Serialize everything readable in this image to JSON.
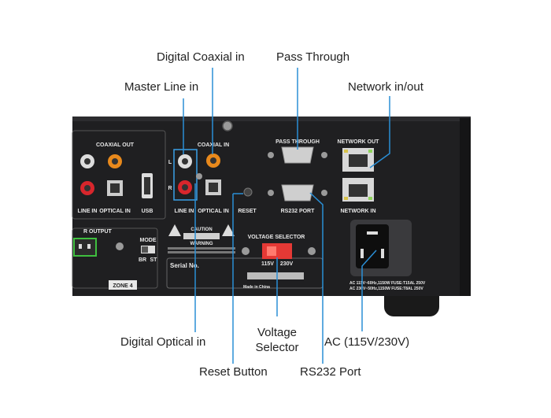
{
  "callouts": {
    "digital_coaxial_in": "Digital Coaxial in",
    "pass_through": "Pass Through",
    "master_line_in": "Master Line in",
    "network_in_out": "Network in/out",
    "digital_optical_in": "Digital Optical in",
    "reset_button": "Reset Button",
    "voltage_selector_1": "Voltage",
    "voltage_selector_2": "Selector",
    "rs232_port": "RS232 Port",
    "ac": "AC (115V/230V)"
  },
  "panel": {
    "coaxial_out": "COAXIAL OUT",
    "line_in_left": "LINE IN",
    "optical_in_left": "OPTICAL IN",
    "usb": "USB",
    "coaxial_in": "COAXIAL IN",
    "l": "L",
    "r": "R",
    "line_in": "LINE IN",
    "optical_in": "OPTICAL IN",
    "reset": "RESET",
    "pass_through": "PASS THROUGH",
    "rs232_port": "RS232 PORT",
    "network_out": "NETWORK OUT",
    "network_in": "NETWORK IN",
    "output": "R OUTPUT",
    "mode": "MODE",
    "br": "BR",
    "st": "ST",
    "zone": "ZONE 4",
    "caution": "CAUTION",
    "warning": "WARNING",
    "serial_no": "Serial No.",
    "voltage_selector": "VOLTAGE SELECTOR",
    "v115": "115V",
    "v230": "230V",
    "made_in": "Made in China",
    "ac_line1": "AC 115V~60Hz,1150W FUSE:T15AL 250V",
    "ac_line2": "AC 230V~50Hz,1150W FUSE:T8AL 250V"
  },
  "colors": {
    "callout_line": "#2a8fd6",
    "panel": "#1f1f21",
    "highlight_box": "#3aa0e8",
    "voltage_switch": "#e53935",
    "coax_orange": "#e8891c",
    "line_red": "#d8262c",
    "output_green": "#3fbf3f"
  }
}
